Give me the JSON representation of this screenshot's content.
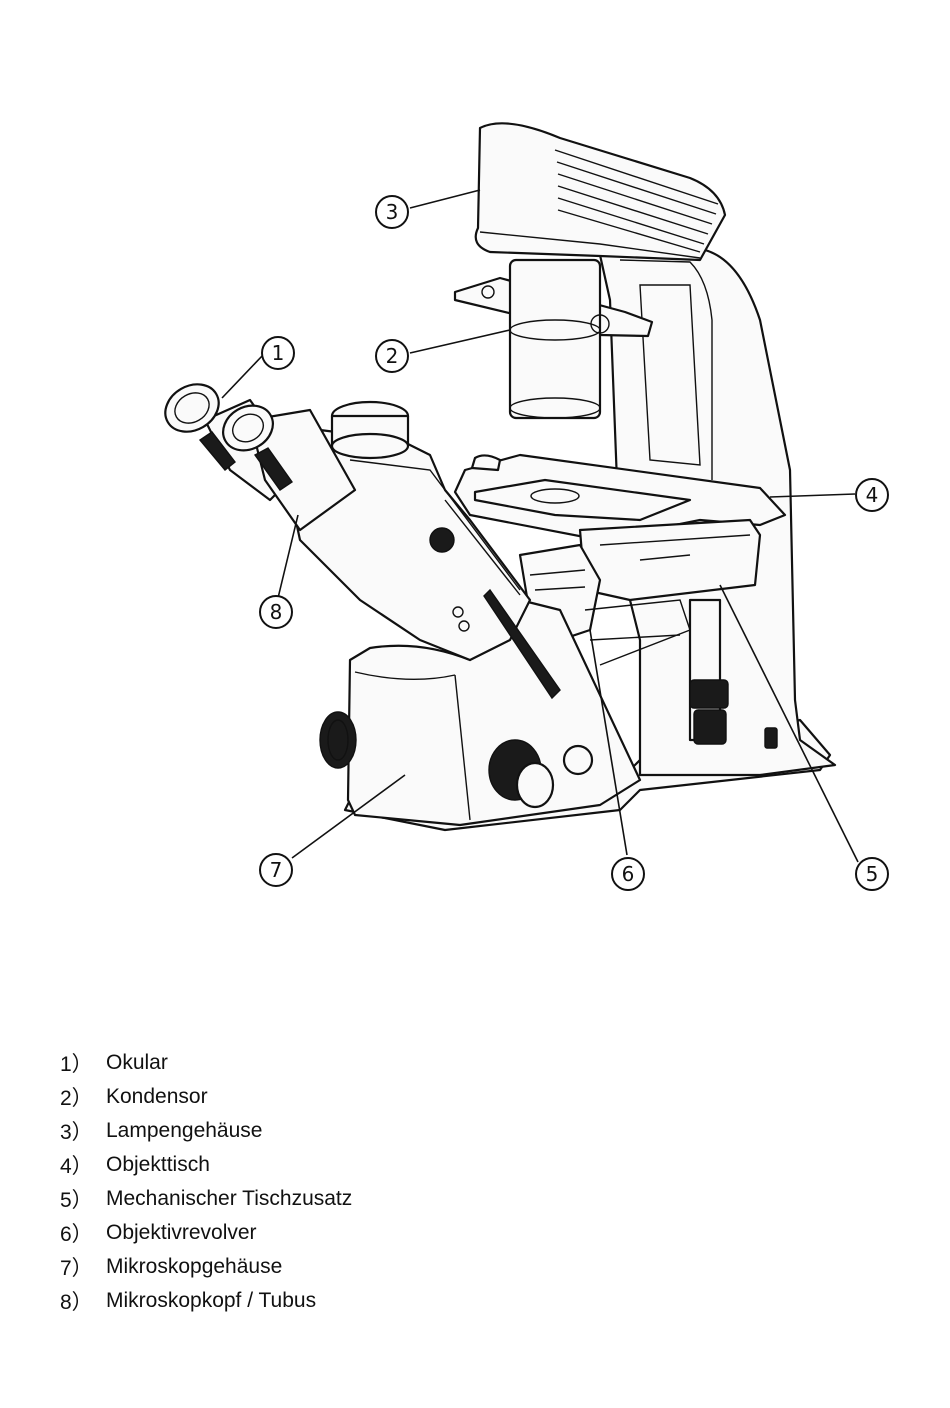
{
  "callouts": [
    "1",
    "2",
    "3",
    "4",
    "5",
    "6",
    "7",
    "8"
  ],
  "legend": [
    {
      "num": "1）",
      "label": "Okular"
    },
    {
      "num": "2）",
      "label": "Kondensor"
    },
    {
      "num": "3）",
      "label": "Lampengehäuse"
    },
    {
      "num": "4）",
      "label": "Objekttisch"
    },
    {
      "num": "5）",
      "label": "Mechanischer Tischzusatz"
    },
    {
      "num": "6）",
      "label": "Objektivrevolver"
    },
    {
      "num": "7）",
      "label": "Mikroskopgehäuse"
    },
    {
      "num": "8）",
      "label": "Mikroskopkopf / Tubus"
    }
  ]
}
